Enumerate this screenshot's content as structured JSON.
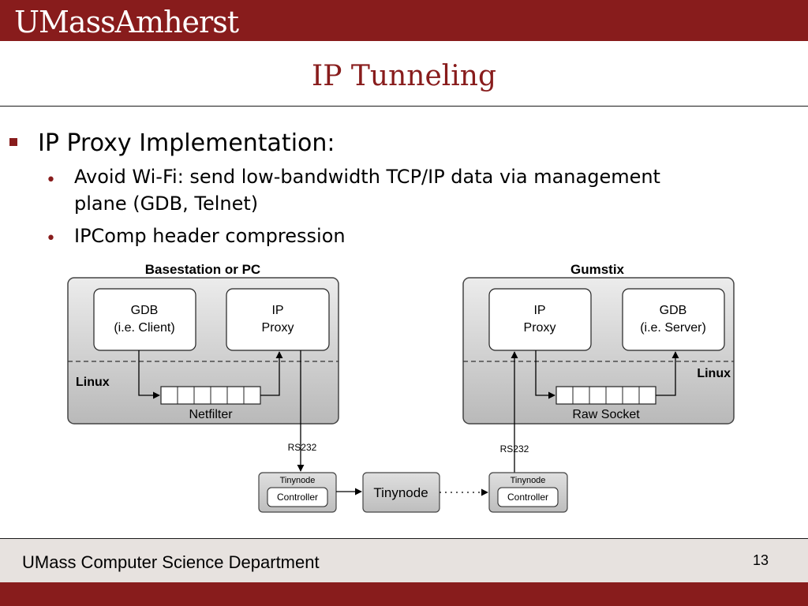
{
  "header": {
    "logo": "UMassAmherst"
  },
  "slide": {
    "title": "IP Tunneling",
    "bullet": "IP Proxy Implementation:",
    "sub_bullets": [
      "Avoid Wi-Fi:  send low-bandwidth TCP/IP data via management plane (GDB, Telnet)",
      "IPComp header compression"
    ]
  },
  "diagram": {
    "left_label": "Basestation or PC",
    "right_label": "Gumstix",
    "left": {
      "box1_line1": "GDB",
      "box1_line2": "(i.e. Client)",
      "box2_line1": "IP",
      "box2_line2": "Proxy",
      "os": "Linux",
      "queue": "Netfilter"
    },
    "right": {
      "box1_line1": "IP",
      "box1_line2": "Proxy",
      "box2_line1": "GDB",
      "box2_line2": "(i.e. Server)",
      "os": "Linux",
      "queue": "Raw Socket"
    },
    "link_left": "RS232",
    "link_right": "RS232",
    "node_left_title": "Tinynode",
    "node_left_inner": "Controller",
    "node_mid": "Tinynode",
    "node_right_title": "Tinynode",
    "node_right_inner": "Controller"
  },
  "footer": {
    "department": "UMass Computer Science Department",
    "page": "13"
  },
  "colors": {
    "brand": "#881c1c",
    "footer_bg": "#e7e2df"
  }
}
